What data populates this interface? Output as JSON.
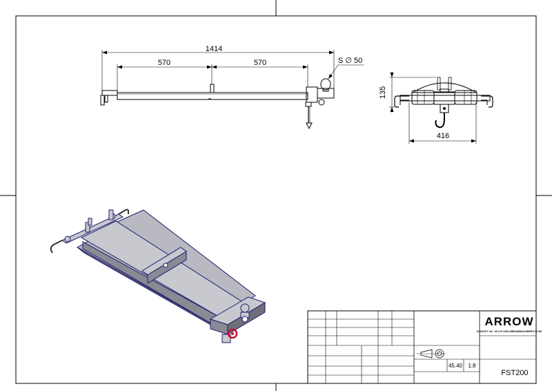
{
  "dimensions": {
    "overall_length": "1414",
    "span_left": "570",
    "span_right": "570",
    "ball_size": "S ∅ 50",
    "height": "135",
    "width": "416"
  },
  "title_block": {
    "logo": "ARROW",
    "contact_line": "CONTACT US : 09 270 2400     ARROWMACHINERY.CO.NZ",
    "weight": "45.40",
    "scale": "1:8",
    "part_number": "FST200"
  },
  "colors": {
    "line": "#000000",
    "plate_fill": "#b9b9c2",
    "steel_fill": "#c8c8cf",
    "dark_fill": "#6e6e78",
    "hook_red": "#c8102e",
    "edge_navy": "#1c1c6e"
  }
}
